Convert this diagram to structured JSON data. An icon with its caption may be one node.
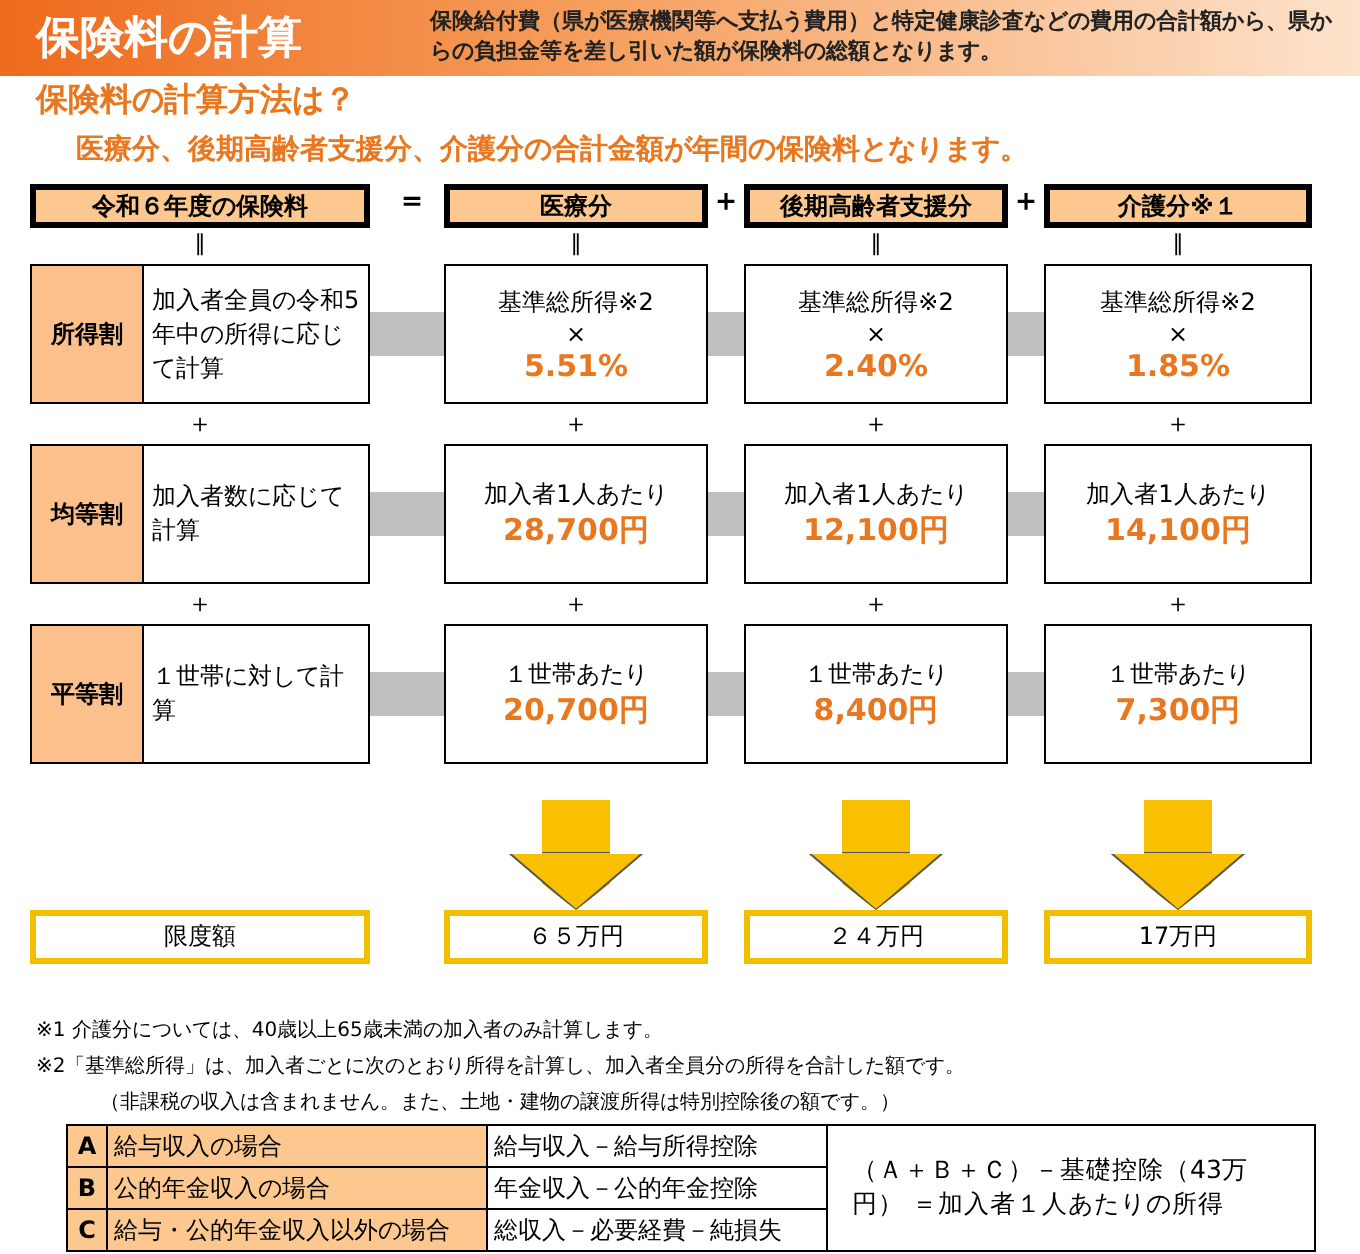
{
  "diagram": {
    "title": "保険料の計算",
    "nodes": [
      {
        "text": [
          "令和６年度の保険料"
        ]
      },
      {
        "text": [
          "医療分"
        ]
      },
      {
        "text": [
          "後期高齢者支援分"
        ]
      },
      {
        "text": [
          "介護分※１"
        ]
      },
      {
        "text": [
          "所得割"
        ]
      },
      {
        "text": [
          "加入者全員の令和5年中の所得に応じて計算"
        ]
      },
      {
        "text": [
          "基準総所得※2",
          "×",
          "5.51%"
        ]
      },
      {
        "text": [
          "基準総所得※2",
          "×",
          "2.40%"
        ]
      },
      {
        "text": [
          "基準総所得※2",
          "×",
          "1.85%"
        ]
      },
      {
        "text": [
          "均等割"
        ]
      },
      {
        "text": [
          "加入者数に応じて計算"
        ]
      },
      {
        "text": [
          "加入者1人あたり",
          "28,700円"
        ]
      },
      {
        "text": [
          "加入者1人あたり",
          "12,100円"
        ]
      },
      {
        "text": [
          "加入者1人あたり",
          "14,100円"
        ]
      },
      {
        "text": [
          "平等割"
        ]
      },
      {
        "text": [
          "１世帯に対して計算"
        ]
      },
      {
        "text": [
          "１世帯あたり",
          "20,700円"
        ]
      },
      {
        "text": [
          "１世帯あたり",
          "8,400円"
        ]
      },
      {
        "text": [
          "１世帯あたり",
          "7,300円"
        ]
      },
      {
        "text": [
          "限度額"
        ]
      },
      {
        "text": [
          "６５万円"
        ]
      },
      {
        "text": [
          "２４万円"
        ]
      },
      {
        "text": [
          "17万円"
        ]
      },
      {
        "text": [
          "A"
        ]
      },
      {
        "text": [
          "給与収入の場合"
        ]
      },
      {
        "text": [
          "給与収入－給与所得控除"
        ]
      },
      {
        "text": [
          "（Ａ＋Ｂ＋Ｃ）－基礎控除（43万円） ＝加入者１人あたりの所得"
        ]
      },
      {
        "text": [
          "B"
        ]
      },
      {
        "text": [
          "公的年金収入の場合"
        ]
      },
      {
        "text": [
          "年金収入－公的年金控除"
        ]
      },
      {
        "text": [
          "C"
        ]
      },
      {
        "text": [
          "給与・公的年金収入以外の場合"
        ]
      },
      {
        "text": [
          "総収入－必要経費－純損失"
        ]
      }
    ],
    "edges": [
      {
        "from": 5,
        "to": 6,
        "arrow": "none"
      },
      {
        "from": 6,
        "to": 7,
        "arrow": "none"
      },
      {
        "from": 7,
        "to": 8,
        "arrow": "none"
      },
      {
        "from": 10,
        "to": 11,
        "arrow": "none"
      },
      {
        "from": 11,
        "to": 12,
        "arrow": "none"
      },
      {
        "from": 12,
        "to": 13,
        "arrow": "none"
      },
      {
        "from": 15,
        "to": 16,
        "arrow": "none"
      },
      {
        "from": 16,
        "to": 17,
        "arrow": "none"
      },
      {
        "from": 17,
        "to": 18,
        "arrow": "none"
      },
      {
        "from": 16,
        "to": 20,
        "arrow": "to",
        "color": "#f8c000"
      },
      {
        "from": 17,
        "to": 21,
        "arrow": "to",
        "color": "#f8c000"
      },
      {
        "from": 18,
        "to": 22,
        "arrow": "to",
        "color": "#f8c000"
      }
    ],
    "labels": [
      "保険給付費（県が医療機関等へ支払う費用）と特定健康診査などの費用の合計額から、県からの負担金等を差し引いた額が保険料の総額となります。",
      "保険料の計算方法は？",
      "医療分、後期高齢者支援分、介護分の合計金額が年間の保険料となります。",
      "＝",
      "＋",
      "＋",
      "‖",
      "‖",
      "‖",
      "‖",
      "＋",
      "＋",
      "＋",
      "＋",
      "＋",
      "＋",
      "＋",
      "＋",
      "※1 介護分については、40歳以上65歳未満の加入者のみ計算します。",
      "※2「基準総所得」は、加入者ごとに次のとおり所得を計算し、加入者全員分の所得を合計した額です。",
      "（非課税の収入は含まれません。また、土地・建物の譲渡所得は特別控除後の額です。）"
    ]
  }
}
